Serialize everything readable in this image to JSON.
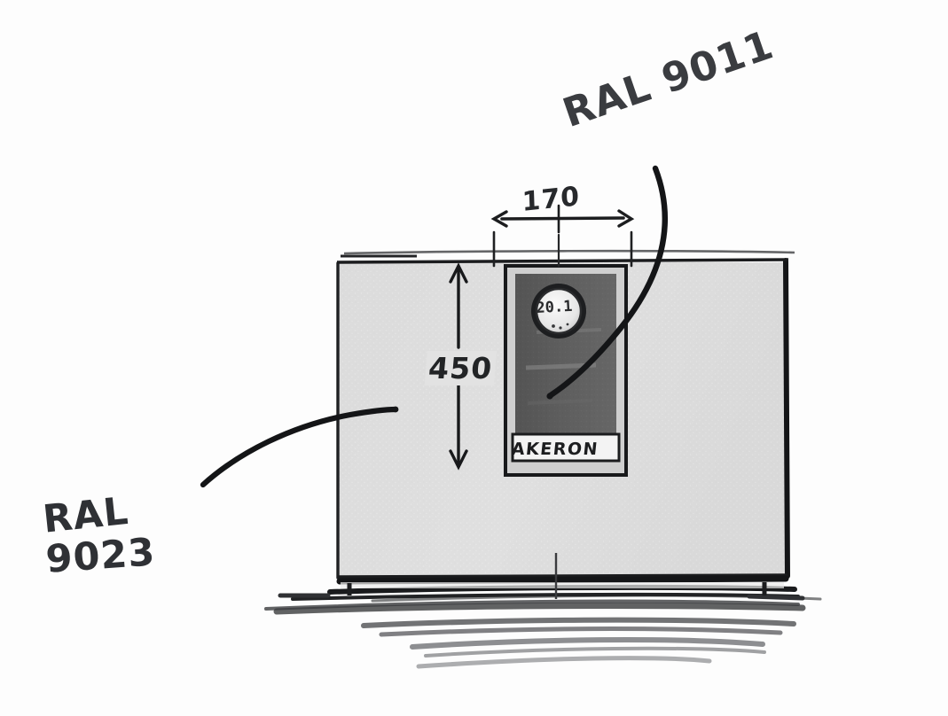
{
  "drawing": {
    "title": "Hand-drawn product sketch of appliance unit",
    "medium": "pencil sketch",
    "background_color": "#fdfdfd",
    "ink_color": "#2e3033"
  },
  "annotations": {
    "callout_top_right": {
      "label": "RAL 9011",
      "target": "control-panel",
      "icon": "leader-curve-icon"
    },
    "callout_bottom_left": {
      "line1": "RAL",
      "line2": "9023",
      "target": "cabinet-body",
      "icon": "leader-curve-icon"
    }
  },
  "dimensions": {
    "width": {
      "value": "170",
      "orientation": "horizontal",
      "arrow": "double-arrow-icon"
    },
    "height": {
      "value": "450",
      "orientation": "vertical",
      "arrow": "double-arrow-icon"
    }
  },
  "unit": {
    "brand_label": "AKERON",
    "display_value": "20.1",
    "body_fill": "#dcdcdc",
    "panel_fill": "#5a5a5a",
    "base_fill": "#1b1c1e"
  }
}
